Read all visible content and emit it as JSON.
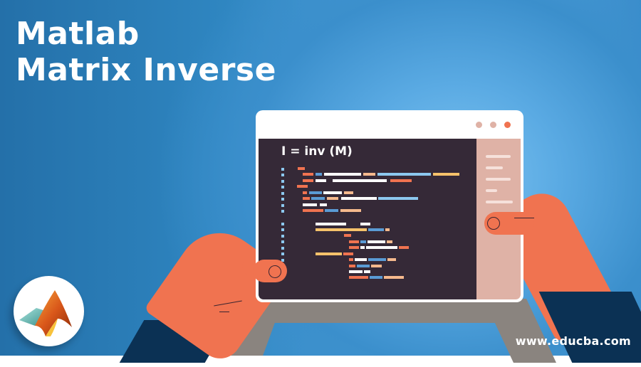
{
  "banner": {
    "title_line1": "Matlab",
    "title_line2": "Matrix Inverse",
    "website": "www.educba.com"
  },
  "illustration": {
    "window": {
      "dots": [
        {
          "name": "window-dot-1",
          "color": "#dfb2a6"
        },
        {
          "name": "window-dot-2",
          "color": "#dfb2a6"
        },
        {
          "name": "window-dot-3",
          "color": "#f07350"
        }
      ],
      "code_heading": "I = inv (M)",
      "editor_color": "#352937",
      "side_panel_color": "#dfb2a6"
    },
    "logo": "matlab-logo-icon"
  },
  "colors": {
    "background_blue": "#2f86c1",
    "highlight_blue": "#7cc3f1",
    "skin": "#f07350",
    "sleeve": "#0b3154",
    "stand": "#8a847f",
    "code_orange": "#f07350",
    "code_blue": "#5a9bd5",
    "code_light_blue": "#8cc8ef",
    "code_peach": "#f5b98d",
    "code_yellow": "#f6c26b",
    "code_white": "#ffffff"
  }
}
